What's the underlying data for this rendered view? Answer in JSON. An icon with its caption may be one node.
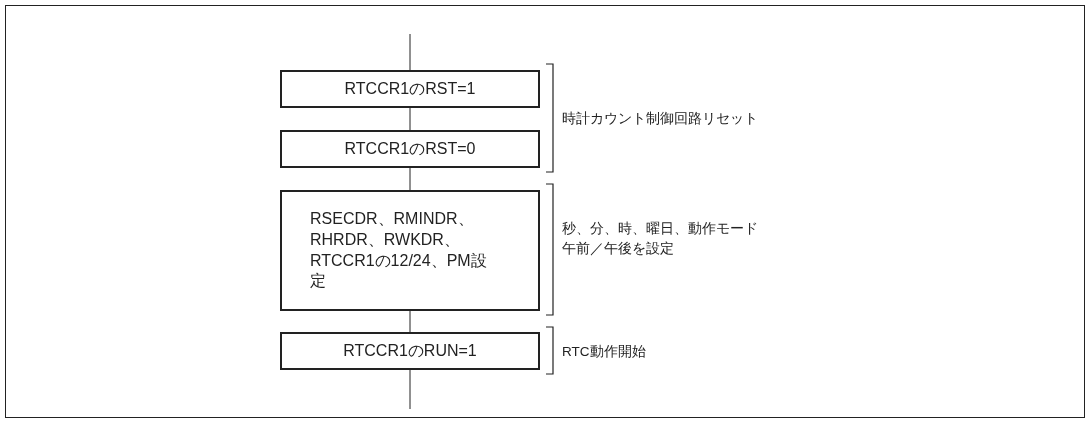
{
  "diagram": {
    "nodes": [
      {
        "text": [
          "RTCCR1のRST=1"
        ]
      },
      {
        "text": [
          "RTCCR1のRST=0"
        ]
      },
      {
        "text": [
          "RSECDR、RMINDR、RHRDR、RWKDR、RTCCR1の12/24、PM設定"
        ]
      },
      {
        "text": [
          "RTCCR1のRUN=1"
        ]
      }
    ],
    "edges": [
      {
        "from": null,
        "to": 0,
        "arrow": "none"
      },
      {
        "from": 0,
        "to": 1,
        "arrow": "none"
      },
      {
        "from": 1,
        "to": 2,
        "arrow": "none"
      },
      {
        "from": 2,
        "to": 3,
        "arrow": "none"
      },
      {
        "from": 3,
        "to": null,
        "arrow": "none"
      }
    ],
    "labels": [
      "時計カウント制御回路リセット",
      "秒、分、時、曜日、動作モード",
      "午前／午後を設定",
      "RTC動作開始"
    ]
  }
}
